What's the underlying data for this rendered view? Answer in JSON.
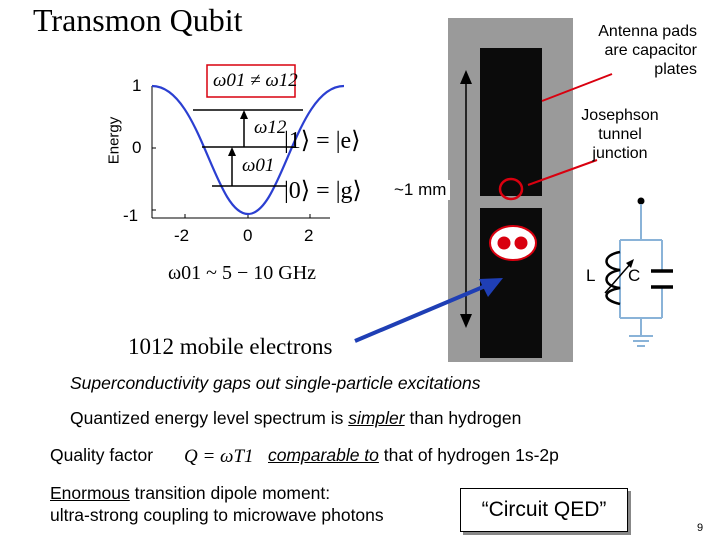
{
  "title": "Transmon Qubit",
  "callouts": {
    "antenna": [
      "Antenna pads",
      "are capacitor",
      "plates"
    ],
    "junction": [
      "Josephson",
      "tunnel",
      "junction"
    ],
    "size": "~1 mm"
  },
  "energy_plot": {
    "ylabel": "Energy",
    "y_ticks": [
      "1",
      "0",
      "-1"
    ],
    "x_ticks": [
      "-2",
      "0",
      "2"
    ],
    "boxed_condition": "ω01 ≠ ω12",
    "omega12": "ω12",
    "omega01": "ω01",
    "state1": "|1⟩ = |e⟩",
    "state0": "|0⟩ = |g⟩"
  },
  "frequency": "ω01 ~ 5 − 10 GHz",
  "electrons": "1012 mobile electrons",
  "circuit": {
    "inductor_label": "L",
    "capacitor_label": "C"
  },
  "bullets": {
    "b1": "Superconductivity gaps out single-particle excitations",
    "b2_pre": "Quantized energy level spectrum is ",
    "b2_ul": "simpler",
    "b2_post": " than hydrogen",
    "b3_label": "Quality factor",
    "b3_formula": "Q = ωT1",
    "b3_ul": "comparable to",
    "b3_post": " that of hydrogen 1s-2p",
    "b4_ul": "Enormous",
    "b4_line1_post": " transition dipole moment:",
    "b4_line2": "ultra-strong coupling to microwave photons"
  },
  "box_label": "“Circuit QED”",
  "page_number": "9",
  "colors": {
    "accent_red": "#d9000f",
    "arrow_blue": "#1f3fb5",
    "curve_blue": "#2b3fd1",
    "circuit_blue": "#8ab3d8"
  }
}
